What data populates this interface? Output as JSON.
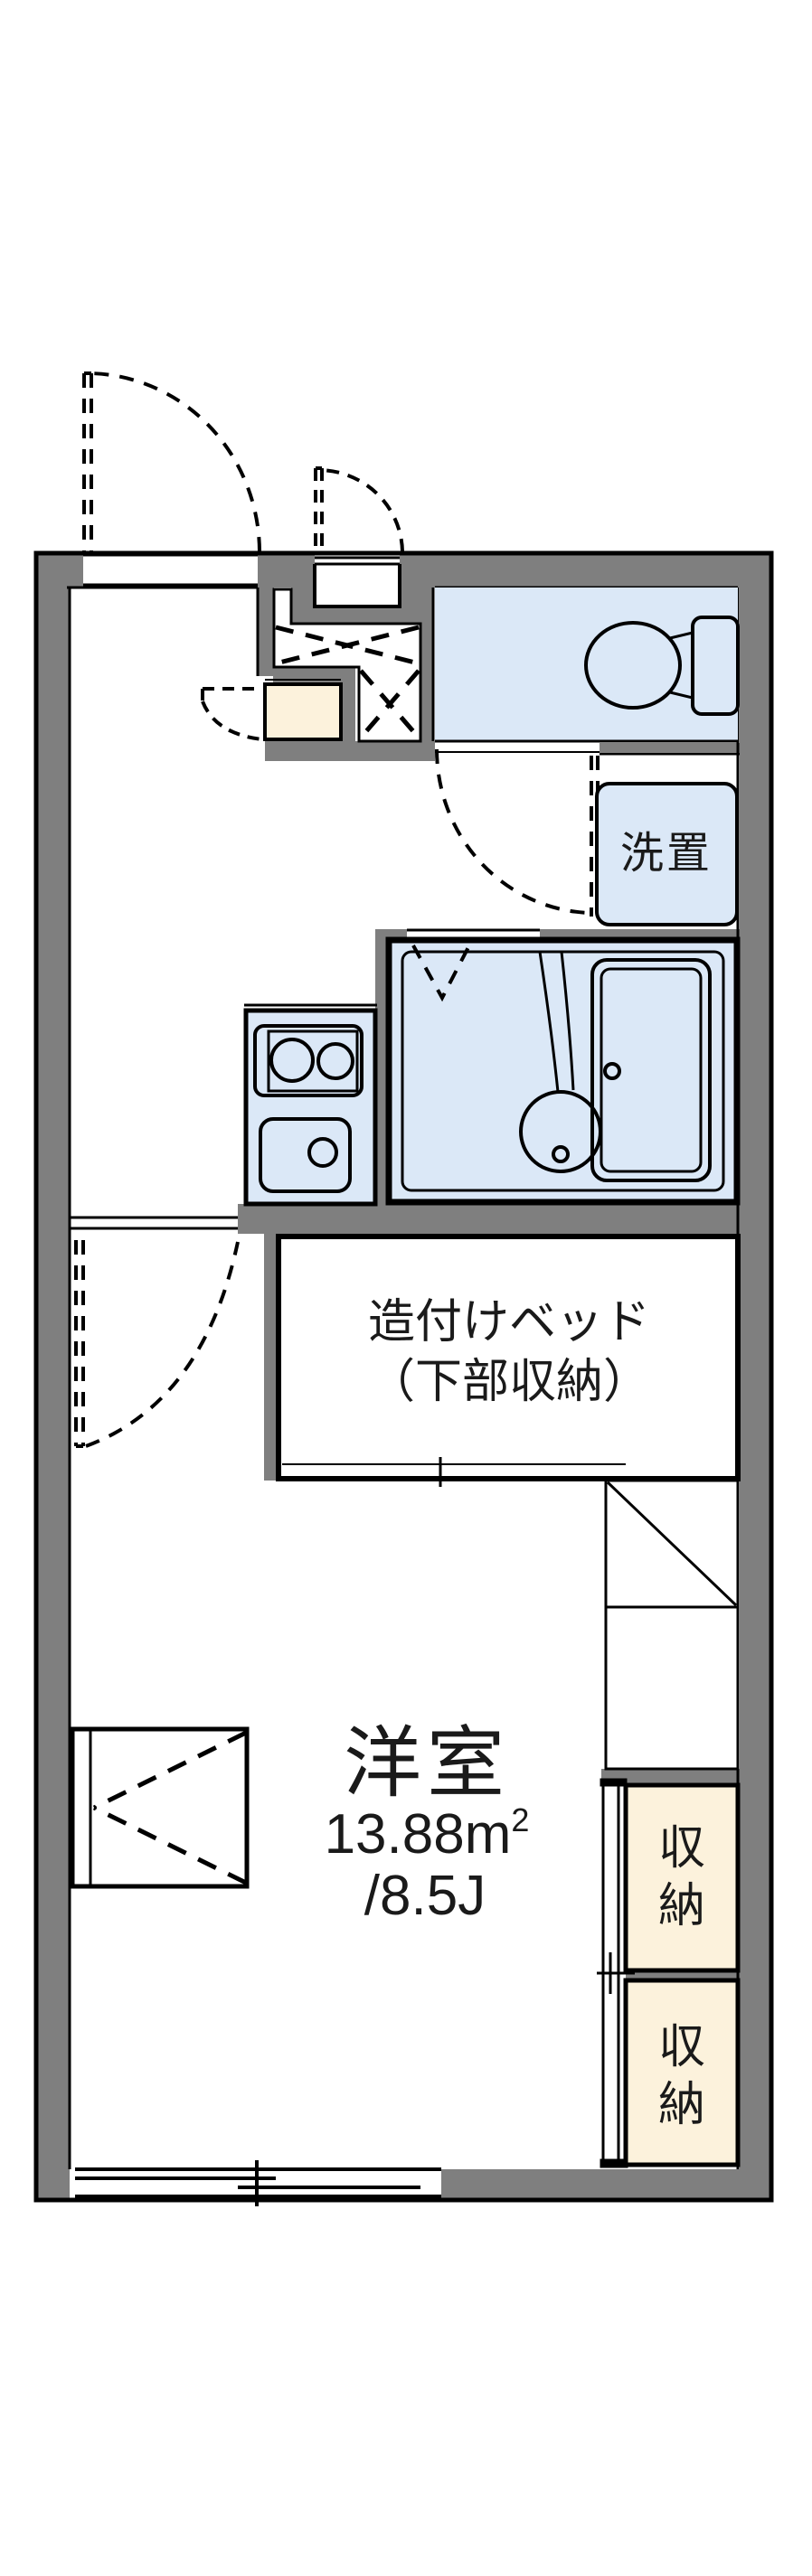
{
  "floor_plan": {
    "labels": {
      "washer_room": "洗置",
      "bed_line1": "造付けベッド",
      "bed_line2": "（下部収納）",
      "main_room": "洋室",
      "area_value": "13.88m",
      "area_sup": "2",
      "area_tatami": "/8.5J",
      "storage_upper_chars": [
        "収",
        "納"
      ],
      "storage_lower_chars": [
        "収",
        "納"
      ]
    },
    "colors": {
      "wall_gray": "#7f7f7f",
      "water_blue": "#dbe8f7",
      "storage_cream": "#fcf2dc",
      "line_black": "#000000",
      "background": "#ffffff"
    }
  }
}
